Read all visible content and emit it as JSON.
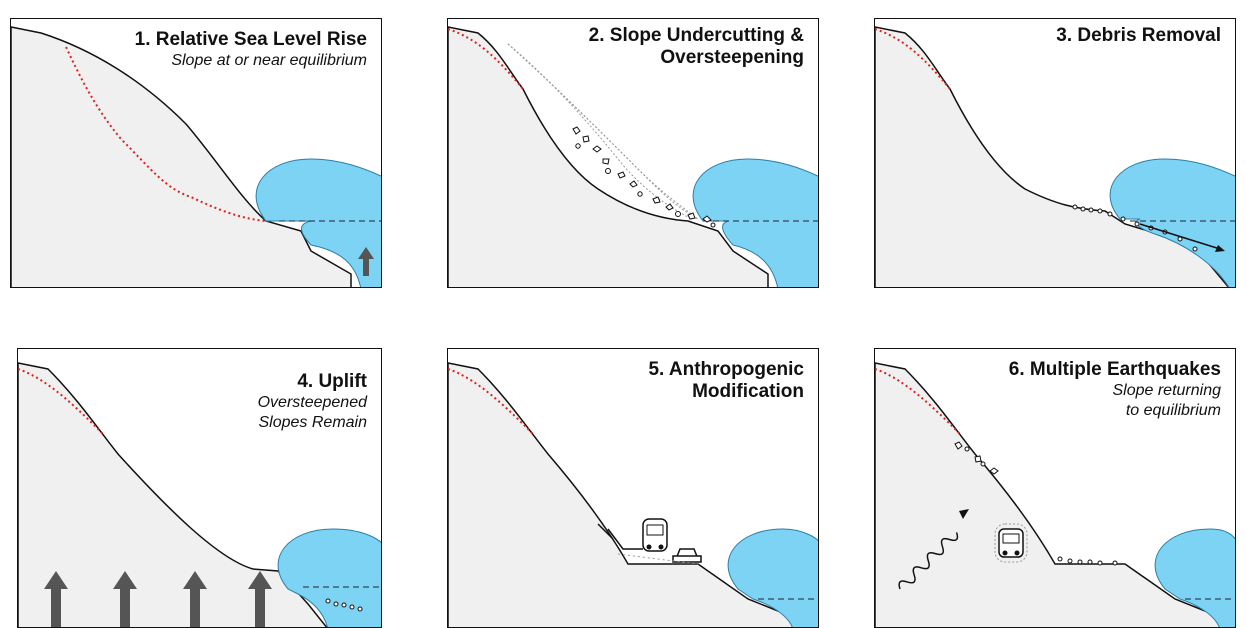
{
  "panels": [
    {
      "title": "1. Relative Sea Level Rise",
      "subtitle": "Slope at or near equilibrium"
    },
    {
      "title": "2. Slope Undercutting &",
      "title2": "Oversteepening",
      "subtitle": ""
    },
    {
      "title": "3. Debris Removal",
      "subtitle": ""
    },
    {
      "title": "4. Uplift",
      "subtitle": "Oversteepened",
      "subtitle2": "Slopes Remain"
    },
    {
      "title": "5. Anthropogenic",
      "title2": "Modification",
      "subtitle": ""
    },
    {
      "title": "6. Multiple Earthquakes",
      "subtitle": "Slope returning",
      "subtitle2": "to equilibrium"
    }
  ],
  "colors": {
    "ground": "#f0f0f0",
    "water": "#7dd3f3",
    "original_slope_line": "#e0201a",
    "arrow": "#555555",
    "outline": "#111111"
  },
  "icons": [
    "wave-icon",
    "rubble-icon",
    "up-arrow-icon",
    "train-icon",
    "car-icon",
    "seismic-wave-icon"
  ]
}
